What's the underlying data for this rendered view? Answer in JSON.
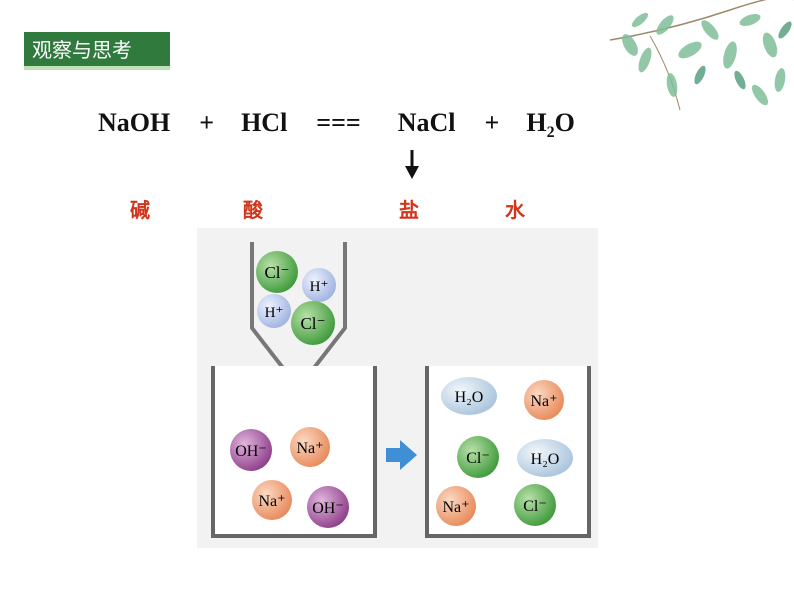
{
  "section_tag": "观察与思考",
  "equation": {
    "reactant1": "NaOH",
    "plus1": "+",
    "reactant2": "HCl",
    "equals": "===",
    "product1": "NaCl",
    "plus2": "+",
    "product2_main": "H",
    "product2_sub": "2",
    "product2_end": "O"
  },
  "labels": {
    "base": "碱",
    "acid": "酸",
    "salt": "盐",
    "water": "水"
  },
  "colors": {
    "tag_bg": "#2f7a3c",
    "label_red": "#d1351b",
    "cl_green": "#3f9a3c",
    "h_blue": "#9fb3e0",
    "oh_purple": "#8e3f8a",
    "na_orange": "#e8895a",
    "h2o_blue": "#a9c4dc"
  },
  "ions": {
    "funnel": {
      "cl1": "Cl⁻",
      "h1": "H⁺",
      "h2": "H⁺",
      "cl2": "Cl⁻"
    },
    "left_beaker": {
      "oh1": "OH⁻",
      "na1": "Na⁺",
      "na2": "Na⁺",
      "oh2": "OH⁻"
    },
    "right_beaker": {
      "h2o1": "H₂O",
      "na1": "Na⁺",
      "cl1": "Cl⁻",
      "h2o2": "H₂O",
      "na2": "Na⁺",
      "cl2": "Cl⁻"
    }
  }
}
